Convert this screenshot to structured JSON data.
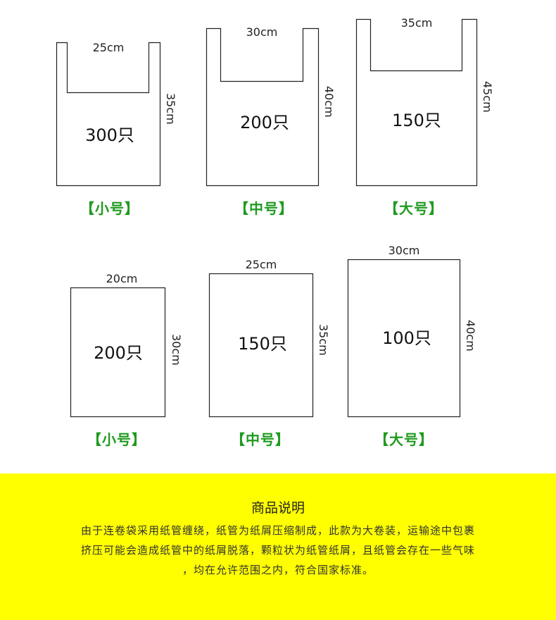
{
  "vest_bags": [
    {
      "width_label": "25cm",
      "height_label": "35cm",
      "count": "300只",
      "size": "【小号】"
    },
    {
      "width_label": "30cm",
      "height_label": "40cm",
      "count": "200只",
      "size": "【中号】"
    },
    {
      "width_label": "35cm",
      "height_label": "45cm",
      "count": "150只",
      "size": "【大号】"
    }
  ],
  "flat_bags": [
    {
      "width_label": "20cm",
      "height_label": "30cm",
      "count": "200只",
      "size": "【小号】"
    },
    {
      "width_label": "25cm",
      "height_label": "35cm",
      "count": "150只",
      "size": "【中号】"
    },
    {
      "width_label": "30cm",
      "height_label": "40cm",
      "count": "100只",
      "size": "【大号】"
    }
  ],
  "notice": {
    "title": "商品说明",
    "lines": [
      "由于连卷袋采用纸管缠绕，纸管为纸屑压缩制成，此款为大卷装，运输途中包裹",
      "挤压可能会造成纸管中的纸屑脱落，颗粒状为纸管纸屑，且纸管会存在一些气味",
      "，均在允许范围之内，符合国家标准。"
    ]
  },
  "colors": {
    "size_label": "#1f9a1f",
    "notice_bg": "#ffff00"
  }
}
